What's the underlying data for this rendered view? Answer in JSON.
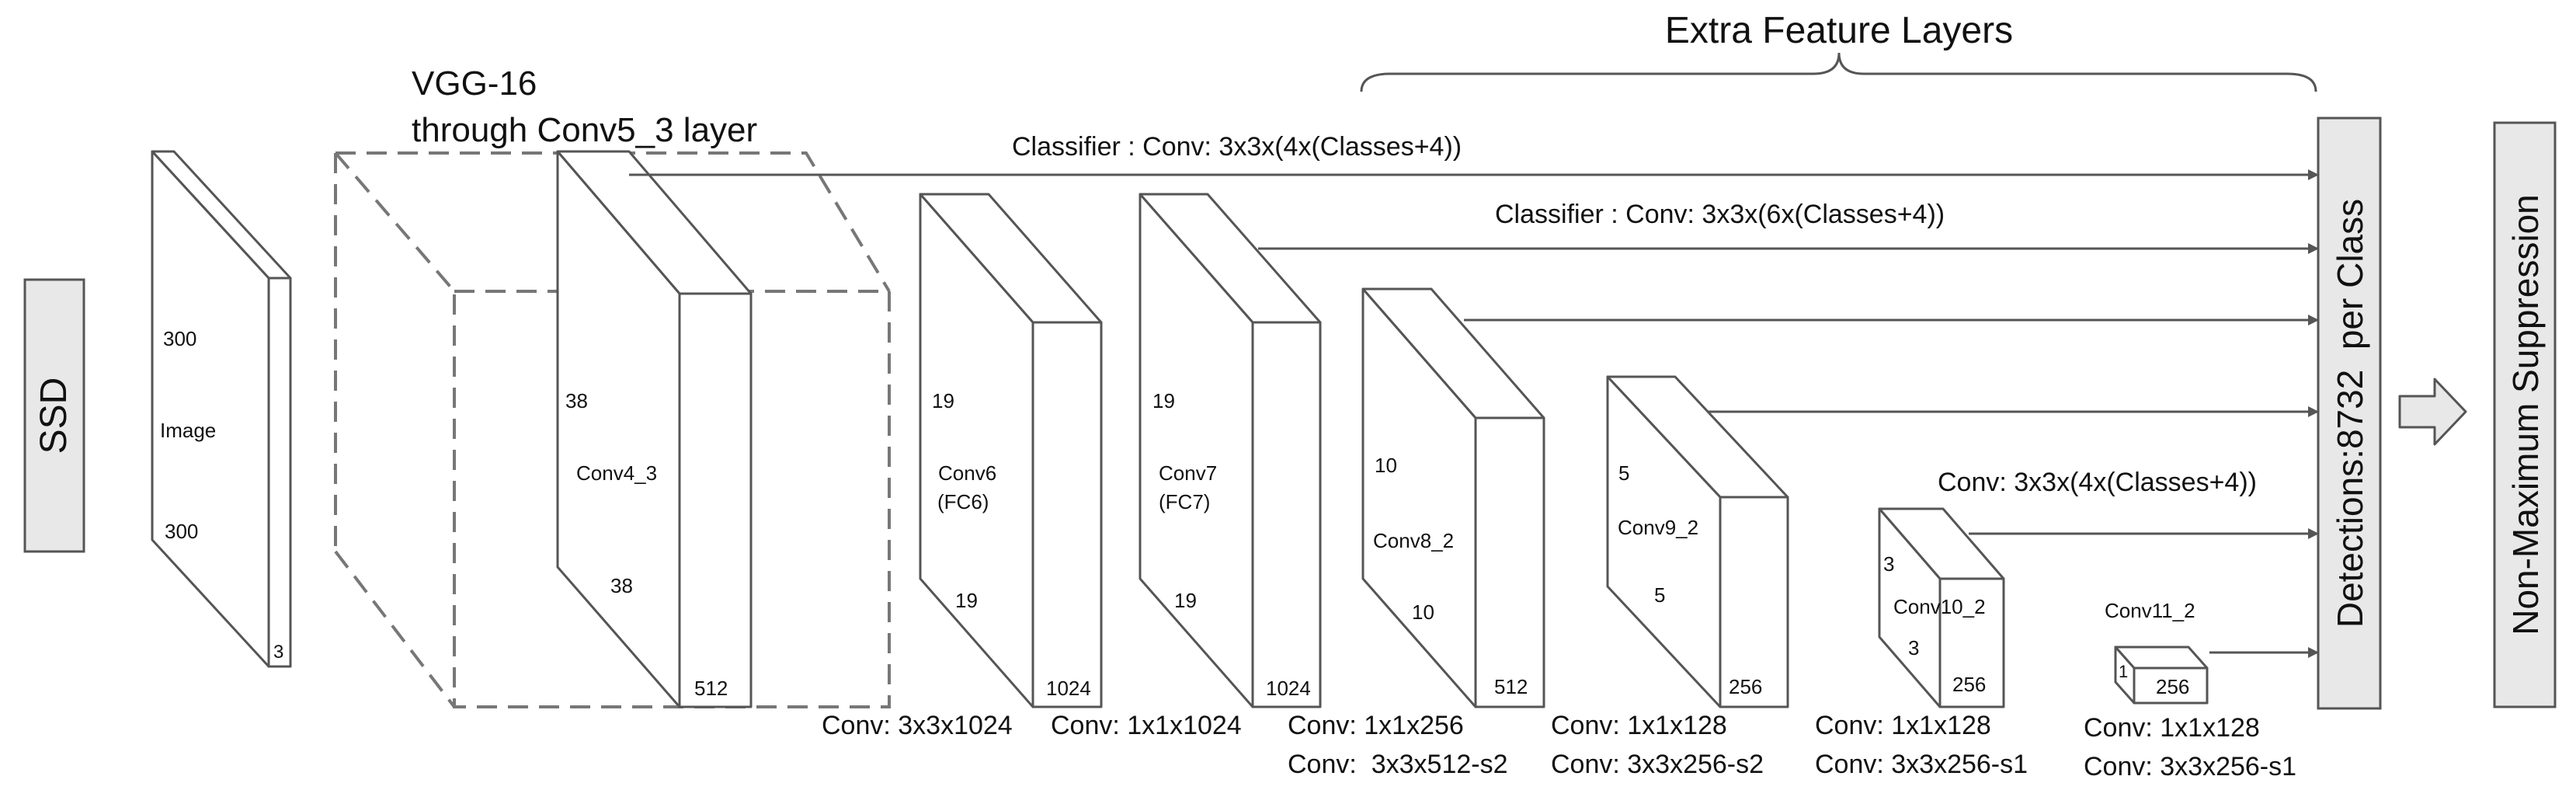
{
  "title": {
    "ssd": "SSD",
    "vgg_line1": "VGG-16",
    "vgg_line2": "through Conv5_3 layer",
    "extra": "Extra Feature Layers"
  },
  "input": {
    "top": "300",
    "label": "Image",
    "bottom": "300",
    "depth": "3"
  },
  "conv4_3": {
    "h": "38",
    "label": "Conv4_3",
    "w": "38",
    "depth": "512"
  },
  "conv6": {
    "h": "19",
    "label1": "Conv6",
    "label2": "(FC6)",
    "w": "19",
    "depth": "1024"
  },
  "conv7": {
    "h": "19",
    "label1": "Conv7",
    "label2": "(FC7)",
    "w": "19",
    "depth": "1024"
  },
  "conv8_2": {
    "h": "10",
    "label": "Conv8_2",
    "w": "10",
    "depth": "512"
  },
  "conv9_2": {
    "h": "5",
    "label": "Conv9_2",
    "w": "5",
    "depth": "256"
  },
  "conv10_2": {
    "h": "3",
    "label": "Conv10_2",
    "w": "3",
    "depth": "256"
  },
  "conv11_2": {
    "h": "1",
    "label": "Conv11_2",
    "depth": "256"
  },
  "classifiers": {
    "c1": "Classifier : Conv: 3x3x(4x(Classes+4))",
    "c2": "Classifier : Conv: 3x3x(6x(Classes+4))",
    "c3": "Conv: 3x3x(4x(Classes+4))"
  },
  "conv_ops": {
    "op1": "Conv: 3x3x1024",
    "op2": "Conv: 1x1x1024",
    "op3a": "Conv: 1x1x256",
    "op3b": "Conv:  3x3x512-s2",
    "op4a": "Conv: 1x1x128",
    "op4b": "Conv: 3x3x256-s2",
    "op5a": "Conv: 1x1x128",
    "op5b": "Conv: 3x3x256-s1",
    "op6a": "Conv: 1x1x128",
    "op6b": "Conv: 3x3x256-s1"
  },
  "detections": "Detections:8732  per Class",
  "nms": "Non-Maximum Suppression",
  "colors": {
    "stroke": "#555555",
    "box_fill": "#e8e8e8"
  }
}
